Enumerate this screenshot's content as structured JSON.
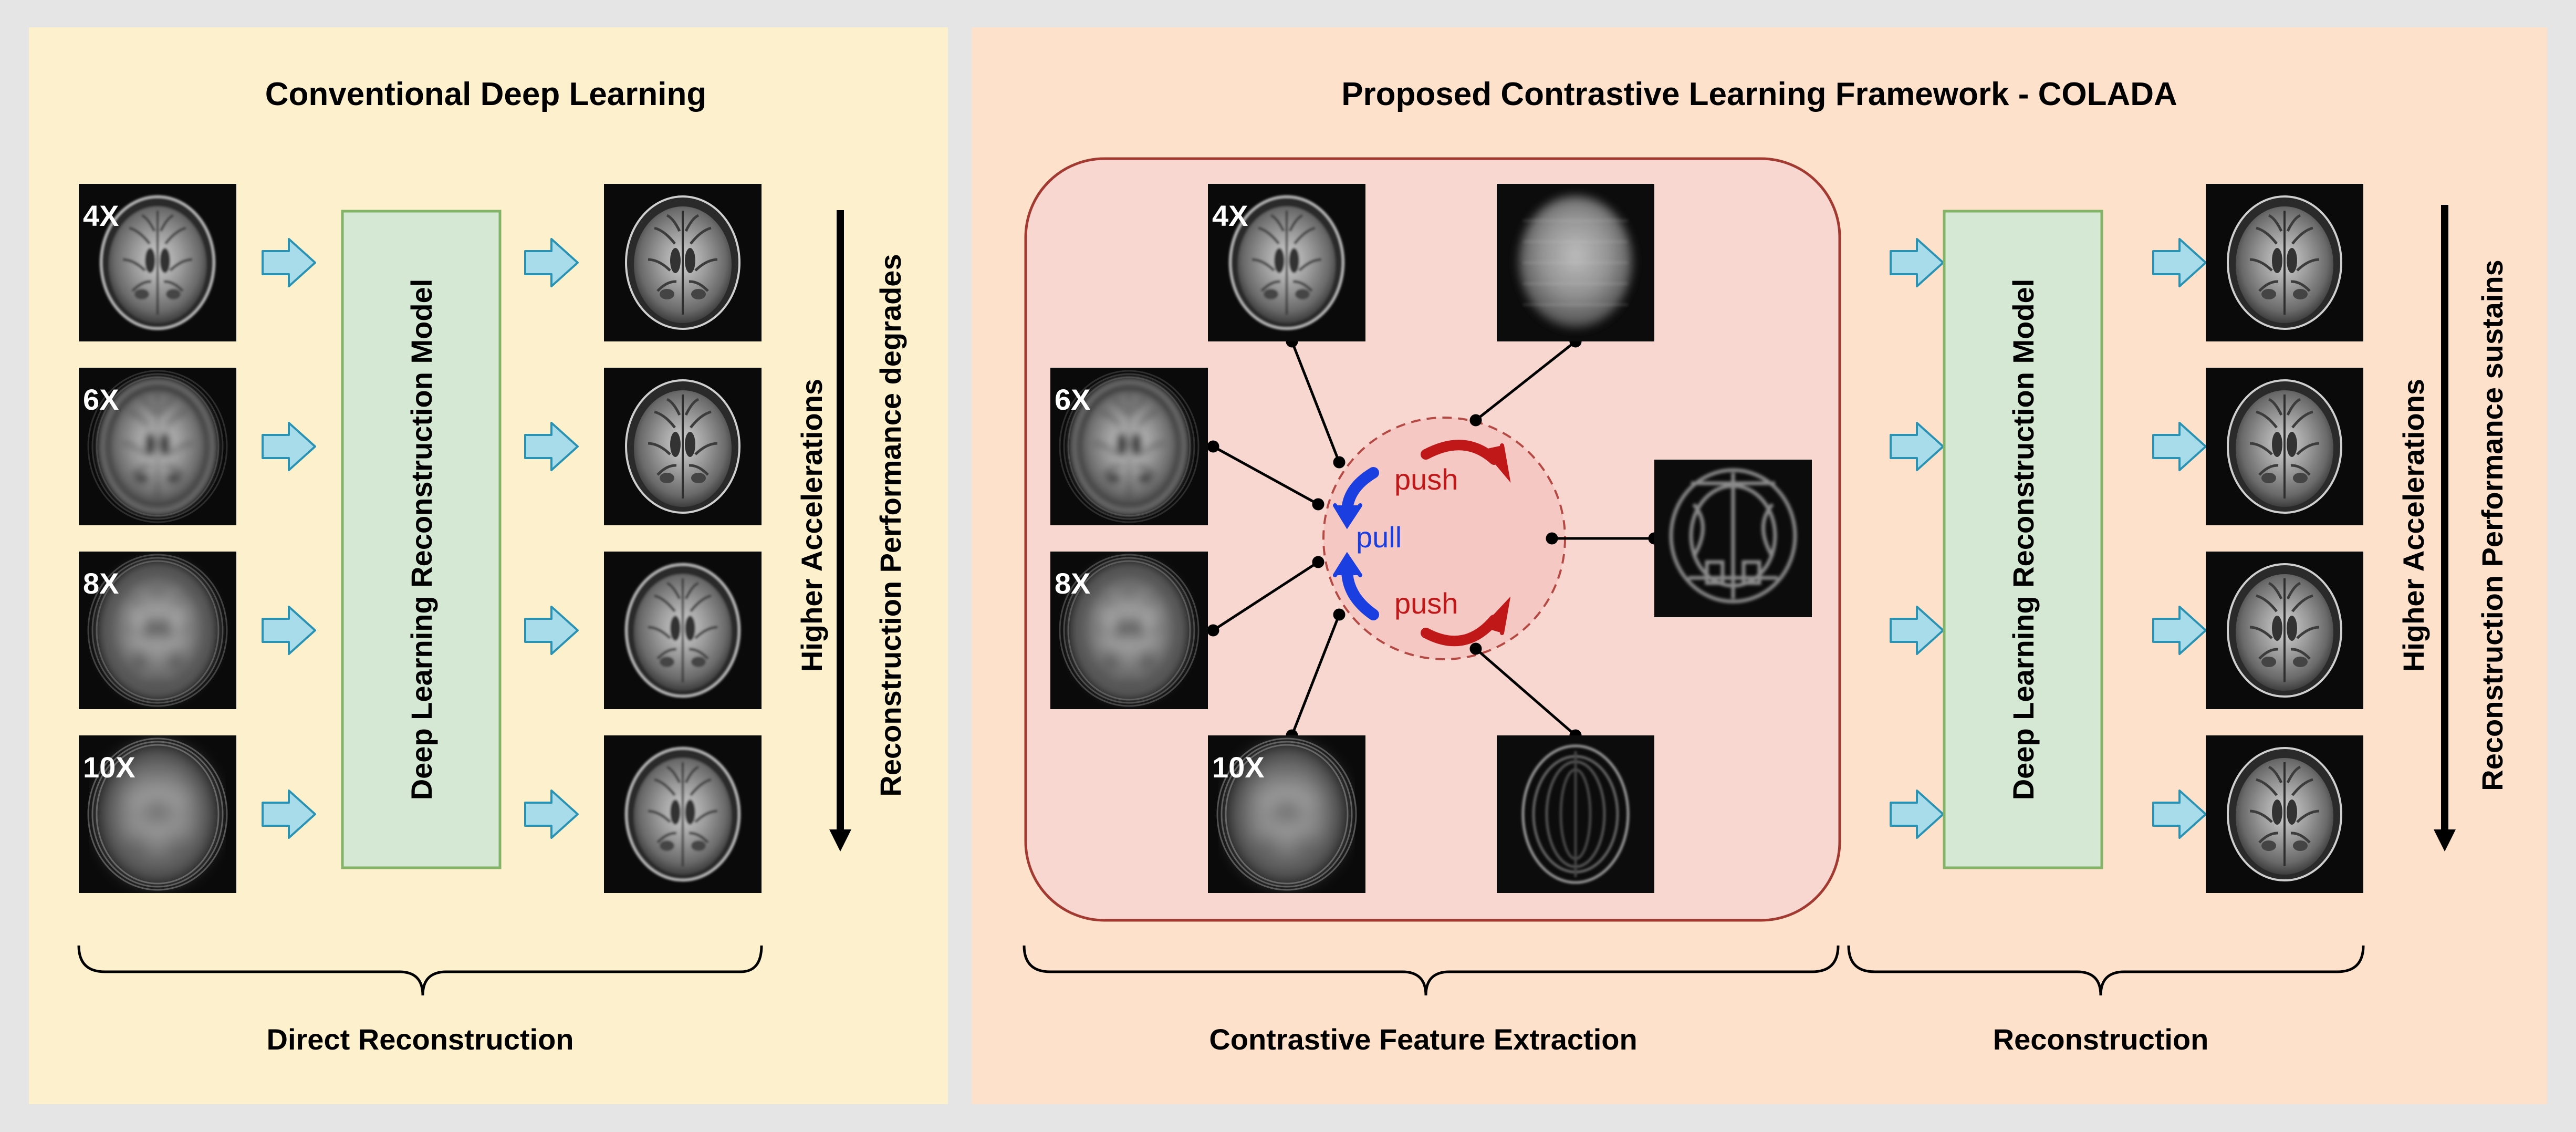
{
  "left_panel": {
    "title": "Conventional Deep Learning",
    "inputs": [
      {
        "label": "4X",
        "level": 1
      },
      {
        "label": "6X",
        "level": 2
      },
      {
        "label": "8X",
        "level": 3
      },
      {
        "label": "10X",
        "level": 4
      }
    ],
    "model_label": "Deep Learning Reconstruction Model",
    "axis_label_1": "Higher Accelerations",
    "axis_label_2": "Reconstruction Performance degrades",
    "brace_label": "Direct Reconstruction"
  },
  "right_panel": {
    "title": "Proposed Contrastive Learning Framework - COLADA",
    "positives": [
      {
        "label": "4X",
        "level": 1
      },
      {
        "label": "6X",
        "level": 2
      },
      {
        "label": "8X",
        "level": 3
      },
      {
        "label": "10X",
        "level": 4
      }
    ],
    "negatives": [
      {
        "label": "",
        "kind": "blur"
      },
      {
        "label": "",
        "kind": "structured"
      },
      {
        "label": "",
        "kind": "ring"
      }
    ],
    "pull_label": "pull",
    "push_label_top": "push",
    "push_label_bottom": "push",
    "model_label": "Deep Learning Reconstruction Model",
    "axis_label_1": "Higher Accelerations",
    "axis_label_2": "Reconstruction Performance sustains",
    "brace_label_1": "Contrastive Feature Extraction",
    "brace_label_2": "Reconstruction"
  },
  "colors": {
    "left_bg": "#fdf1cd",
    "right_bg": "#fde1cb",
    "model_box": "#d5e8d4",
    "model_border": "#82b366",
    "contrastive_box": "#f8d7d0",
    "contrastive_border": "#a33a32",
    "arrow_fill": "#a8dcea",
    "arrow_stroke": "#2a93b3",
    "pull": "#1a3ee0",
    "push": "#c01818"
  }
}
